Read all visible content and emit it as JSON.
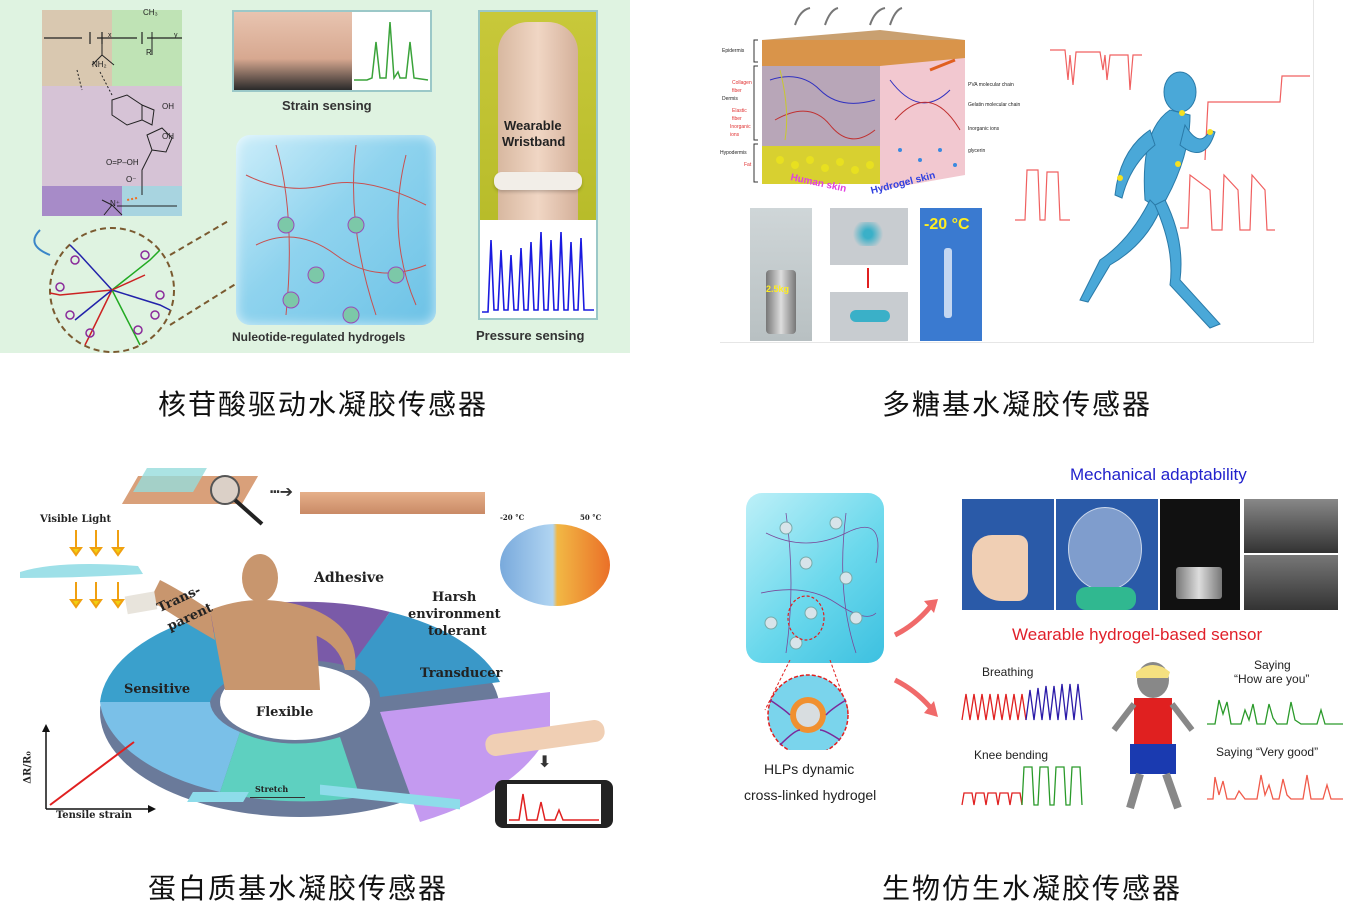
{
  "figure": {
    "panels": [
      {
        "id": "nucleotide",
        "caption": "核苷酸驱动水凝胶传感器",
        "labels": {
          "strain_sensing": "Strain sensing",
          "wearable": "Wearable",
          "wristband": "Wristband",
          "cube_title": "Nuleotide-regulated  hydrogels",
          "pressure_sensing": "Pressure sensing",
          "chem_ch3": "CH₃",
          "chem_x": "x",
          "chem_y": "y",
          "chem_r": "R",
          "chem_nh2": "NH₂",
          "chem_oh1": "OH",
          "chem_oh2": "OH",
          "chem_poh": "O=P–OH",
          "chem_o": "O⁻",
          "chem_n": "N⁺"
        }
      },
      {
        "id": "polysaccharide",
        "caption": "多糖基水凝胶传感器",
        "labels": {
          "epidermis": "Epidermis",
          "collagen": "Collagen",
          "fiber1": "fiber",
          "dermis": "Dermis",
          "elastic": "Elastic",
          "fiber2": "fiber",
          "inorganic": "Inorganic",
          "ions": "ions",
          "hypodermis": "Hypodermis",
          "fat": "Fat",
          "human_skin": "Human skin",
          "hydrogel_skin": "Hydrogel skin",
          "pva": "PVA molecular chain",
          "gelatin": "Gelatin molecular chain",
          "inorganic_ions": "Inorganic ions",
          "glycerin": "glycerin",
          "weight": "2.5kg",
          "temperature": "-20 °C"
        }
      },
      {
        "id": "protein",
        "caption": "蛋白质基水凝胶传感器",
        "labels": {
          "visible_light": "Visible Light",
          "adhesive": "Adhesive",
          "transparent_1": "Trans-",
          "transparent_2": "parent",
          "harsh_1": "Harsh",
          "harsh_2": "environment",
          "harsh_3": "tolerant",
          "transducer": "Transducer",
          "sensitive": "Sensitive",
          "flexible": "Flexible",
          "temp_cold": "-20 °C",
          "temp_hot": "50 °C",
          "y_axis": "ΔR/R₀",
          "x_axis": "Tensile strain",
          "stretch": "Stretch"
        }
      },
      {
        "id": "biomimetic",
        "caption": "生物仿生水凝胶传感器",
        "labels": {
          "mechanical": "Mechanical adaptability",
          "wearable_sensor": "Wearable hydrogel-based sensor",
          "breathing": "Breathing",
          "knee": "Knee bending",
          "saying1_a": "Saying",
          "saying1_b": "“How are you”",
          "saying2": "Saying “Very good”",
          "hlps_1": "HLPs  dynamic",
          "hlps_2": "cross-linked hydrogel"
        }
      }
    ],
    "colors": {
      "panel1_bg": "#dff3e1",
      "strain_signal": "#3aa33a",
      "pressure_signal": "#1a1adf",
      "runner_signal": "#f06060",
      "mechanical_title": "#2222cc",
      "wearable_title": "#e0202a"
    }
  }
}
